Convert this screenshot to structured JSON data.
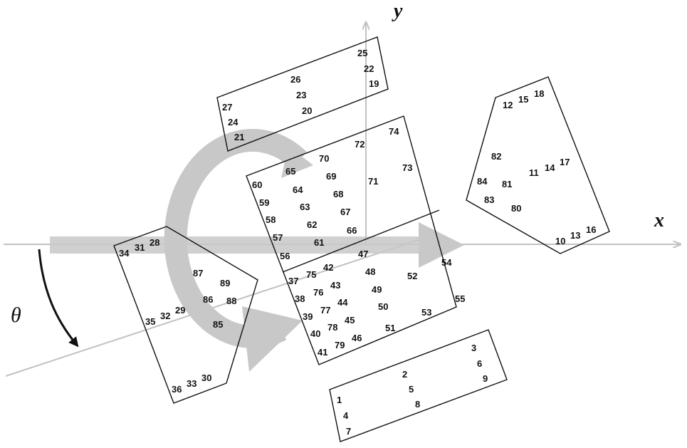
{
  "axes": {
    "x_label": "x",
    "y_label": "y",
    "angle_label": "θ"
  },
  "panels": {
    "bottom": [
      "1",
      "4",
      "7",
      "2",
      "5",
      "8",
      "3",
      "6",
      "9"
    ],
    "right": [
      "10",
      "13",
      "16",
      "11",
      "14",
      "17",
      "12",
      "15",
      "18",
      "80",
      "81",
      "82",
      "83",
      "84"
    ],
    "top": [
      "19",
      "22",
      "25",
      "20",
      "23",
      "26",
      "21",
      "24",
      "27"
    ],
    "left": [
      "28",
      "31",
      "34",
      "29",
      "32",
      "35",
      "30",
      "33",
      "36",
      "85",
      "86",
      "87",
      "88",
      "89"
    ],
    "center_lower": [
      "37",
      "38",
      "39",
      "40",
      "41",
      "42",
      "43",
      "44",
      "45",
      "46",
      "47",
      "48",
      "49",
      "50",
      "51",
      "52",
      "53",
      "54",
      "55",
      "75",
      "76",
      "77",
      "78",
      "79"
    ],
    "center_upper": [
      "56",
      "57",
      "58",
      "59",
      "60",
      "61",
      "62",
      "63",
      "64",
      "65",
      "66",
      "67",
      "68",
      "69",
      "70",
      "71",
      "72",
      "73",
      "74"
    ]
  },
  "colors": {
    "axis": "#c2c2c2",
    "arrow": "#c8c8c8",
    "line": "#111111"
  }
}
